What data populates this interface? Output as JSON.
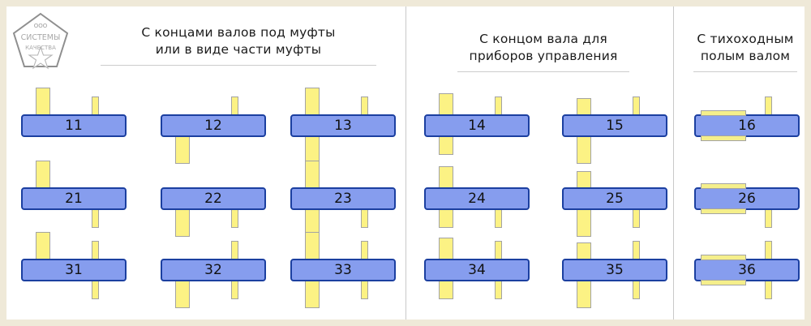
{
  "page": {
    "background": "#efe9d8",
    "canvas_background": "#ffffff"
  },
  "logo": {
    "name": "ooo-systemy-kachestva-logo",
    "line_top": "ООО",
    "line_mid": "СИСТЕМЫ",
    "line_bottom": "КАЧЕСТВА"
  },
  "groups": [
    {
      "id": "group-1",
      "title_line1": "С концами валов под муфты",
      "title_line2": "или в виде части муфты"
    },
    {
      "id": "group-2",
      "title_line1": "С концом вала для",
      "title_line2": "приборов управления"
    },
    {
      "id": "group-3",
      "title_line1": "С тихоходным",
      "title_line2": "полым валом"
    }
  ],
  "colors": {
    "body_fill": "#869dee",
    "body_stroke": "#1b3fa0",
    "shaft_fill": "#fcf284",
    "shaft_stroke": "#a3a3a3",
    "divider": "#c9c9c9",
    "text": "#111111"
  },
  "cells": [
    {
      "code": "11",
      "col": 1,
      "row": 1
    },
    {
      "code": "12",
      "col": 2,
      "row": 1
    },
    {
      "code": "13",
      "col": 3,
      "row": 1
    },
    {
      "code": "14",
      "col": 4,
      "row": 1
    },
    {
      "code": "15",
      "col": 5,
      "row": 1
    },
    {
      "code": "16",
      "col": 6,
      "row": 1
    },
    {
      "code": "21",
      "col": 1,
      "row": 2
    },
    {
      "code": "22",
      "col": 2,
      "row": 2
    },
    {
      "code": "23",
      "col": 3,
      "row": 2
    },
    {
      "code": "24",
      "col": 4,
      "row": 2
    },
    {
      "code": "25",
      "col": 5,
      "row": 2
    },
    {
      "code": "26",
      "col": 6,
      "row": 2
    },
    {
      "code": "31",
      "col": 1,
      "row": 3
    },
    {
      "code": "32",
      "col": 2,
      "row": 3
    },
    {
      "code": "33",
      "col": 3,
      "row": 3
    },
    {
      "code": "34",
      "col": 4,
      "row": 3
    },
    {
      "code": "35",
      "col": 5,
      "row": 3
    },
    {
      "code": "36",
      "col": 6,
      "row": 3
    }
  ]
}
